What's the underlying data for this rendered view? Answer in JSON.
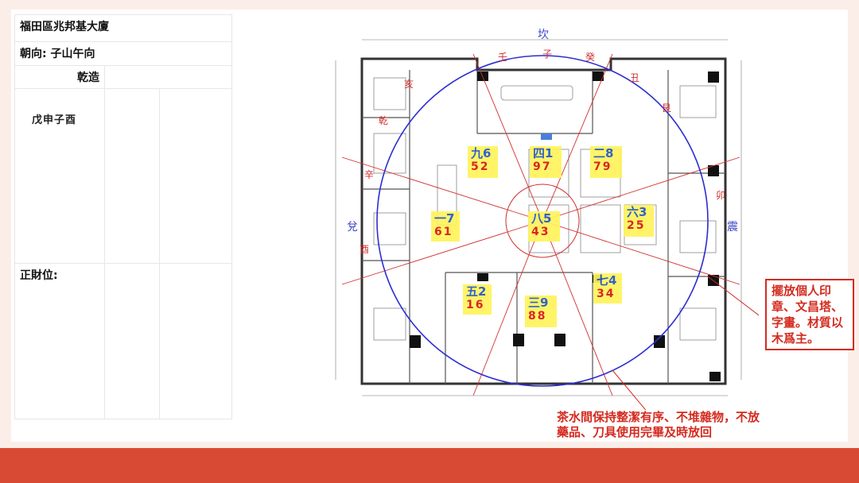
{
  "info": {
    "location": "福田區兆邦基大廈",
    "orientation": "朝向: 子山午向",
    "chart_label": "乾造",
    "pillars": "戊申子酉",
    "wealth_label": "正財位:"
  },
  "compass": {
    "top": "坎",
    "right": "震",
    "left": "兌",
    "zi": "子",
    "ren": "壬",
    "gui": "癸",
    "chou": "丑",
    "gen": "艮",
    "hai": "亥",
    "qian": "乾",
    "xin": "辛",
    "you": "酉",
    "mao": "卯"
  },
  "stars": [
    {
      "top": "九6",
      "bot": "52"
    },
    {
      "top": "四1",
      "bot": "97"
    },
    {
      "top": "二8",
      "bot": "79"
    },
    {
      "top": "一7",
      "bot": "61"
    },
    {
      "top": "八5",
      "bot": "43"
    },
    {
      "top": "六3",
      "bot": "25"
    },
    {
      "top": "五2",
      "bot": "16"
    },
    {
      "top": "三9",
      "bot": "88"
    },
    {
      "top": "七4",
      "bot": "34"
    }
  ],
  "callouts": {
    "seal": "擺放個人印章、文昌塔、字畫。材質以木爲主。",
    "pantry": "茶水間保持整潔有序、不堆雜物，不放藥品、刀具使用完畢及時放回"
  },
  "colors": {
    "accent_red": "#d94a35",
    "star_yellow": "#fff45c",
    "circle_blue": "#2d2dd0"
  }
}
